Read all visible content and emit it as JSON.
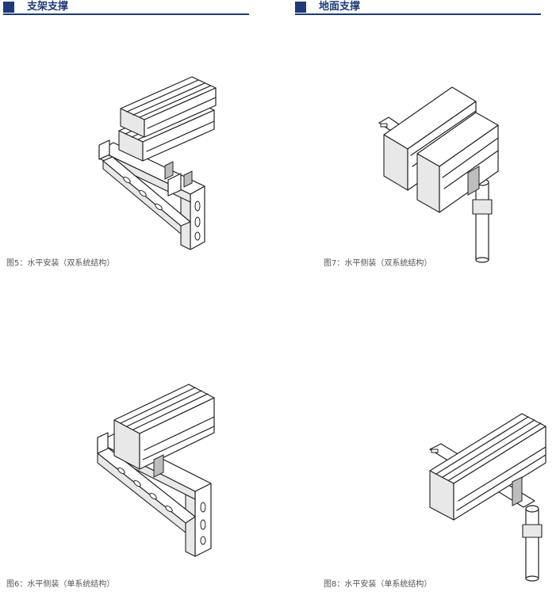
{
  "sections": {
    "left": {
      "title": "支架支撑"
    },
    "right": {
      "title": "地面支撑"
    }
  },
  "figures": {
    "fig5": {
      "caption": "图5：水平安装（双系统结构）"
    },
    "fig6": {
      "caption": "图6：水平侧装（单系统结构）"
    },
    "fig7": {
      "caption": "图7：水平侧装（双系统结构）"
    },
    "fig8": {
      "caption": "图8：水平安装（单系统结构）"
    }
  }
}
